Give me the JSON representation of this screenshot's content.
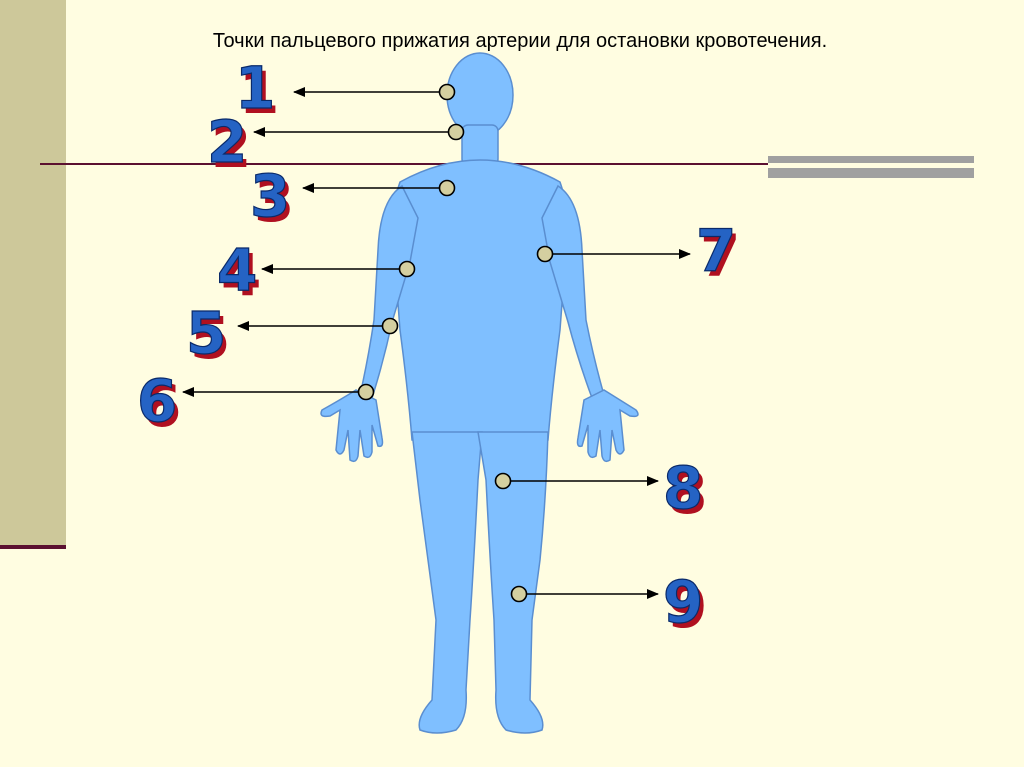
{
  "title": "Точки пальцевого прижатия артерии для остановки кровотечения.",
  "colors": {
    "background": "#fffde1",
    "body": "#7fbfff",
    "body_outline": "#5a8ed0",
    "marker": "#d4cfa0",
    "number_fill": "#2563c4",
    "number_shadow": "#b01020",
    "sidebar": "#cdc89a",
    "rule": "#5b1030"
  },
  "points": [
    {
      "id": "1",
      "label": "1"
    },
    {
      "id": "2",
      "label": "2"
    },
    {
      "id": "3",
      "label": "3"
    },
    {
      "id": "4",
      "label": "4"
    },
    {
      "id": "5",
      "label": "5"
    },
    {
      "id": "6",
      "label": "6"
    },
    {
      "id": "7",
      "label": "7"
    },
    {
      "id": "8",
      "label": "8"
    },
    {
      "id": "9",
      "label": "9"
    }
  ]
}
